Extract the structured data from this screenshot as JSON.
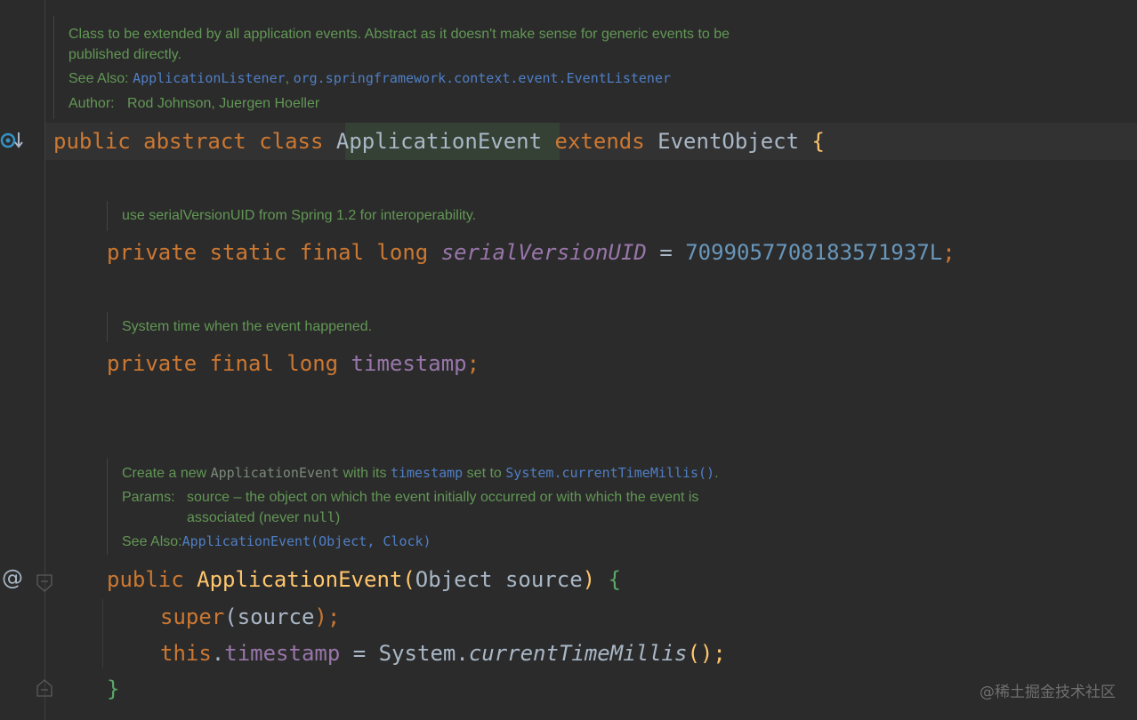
{
  "doc_class": {
    "line1": "Class to be extended by all application events. Abstract as it doesn't make sense for generic events to be",
    "line2": "published directly.",
    "see_also_label": "See Also:",
    "see_also_link1": "ApplicationListener",
    "see_also_sep": ",",
    "see_also_link2": "org.springframework.context.event.EventListener",
    "author_label": "Author:",
    "author_value": "Rod Johnson, Juergen Hoeller"
  },
  "class_decl": {
    "kw": "public abstract class",
    "name": "ApplicationEvent",
    "extends_kw": "extends",
    "parent": "EventObject",
    "brace": "{"
  },
  "doc_serial": {
    "text": "use serialVersionUID from Spring 1.2 for interoperability."
  },
  "serial_field": {
    "kw": "private static final long",
    "name": "serialVersionUID",
    "eq": "=",
    "value": "7099057708183571937L",
    "semi": ";"
  },
  "doc_timestamp": {
    "text": "System time when the event happened."
  },
  "timestamp_field": {
    "kw": "private final long",
    "name": "timestamp",
    "semi": ";"
  },
  "doc_ctor": {
    "create_prefix": "Create a new",
    "create_cls": "ApplicationEvent",
    "create_mid": "with its",
    "create_field": "timestamp",
    "create_mid2": "set to",
    "create_call": "System.currentTimeMillis()",
    "create_end": ".",
    "params_label": "Params:",
    "params_line1": "source – the object on which the event initially occurred or with which the event is",
    "params_line2_pre": "associated (never",
    "params_null": "null",
    "params_line2_post": ")",
    "see_also_label": "See Also:",
    "see_also_link": "ApplicationEvent(Object, Clock)"
  },
  "ctor": {
    "kw": "public",
    "name": "ApplicationEvent",
    "open_paren": "(",
    "param_type": "Object",
    "param_name": "source",
    "close_paren": ")",
    "brace": "{"
  },
  "super_call": {
    "kw": "super",
    "open": "(",
    "arg": "source",
    "close": ");"
  },
  "assign": {
    "this_kw": "this",
    "dot": ".",
    "field": "timestamp",
    "eq": "=",
    "cls": "System",
    "dot2": ".",
    "method": "currentTimeMillis",
    "call": "();"
  },
  "closing_brace": "}",
  "gutter": {
    "override_icon": "implemented-marker-icon",
    "annotation_icon": "@",
    "fold_icon": "fold-icon"
  },
  "watermark": "@稀土掘金技术社区"
}
